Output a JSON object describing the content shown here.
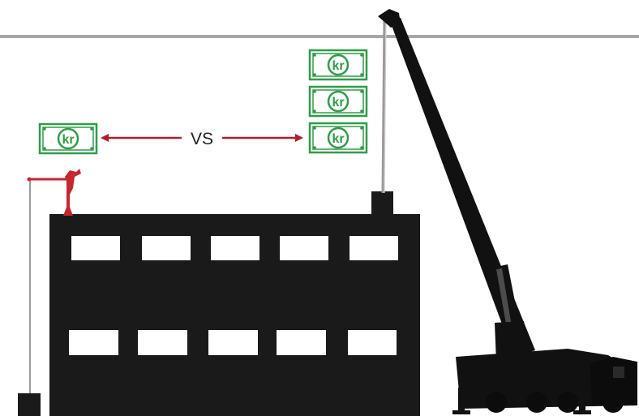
{
  "comparison": {
    "label": "VS",
    "left_bills": 1,
    "right_bills": 3
  },
  "currency": {
    "symbol": "kr",
    "color": "#2e9e46"
  },
  "colors": {
    "arrow": "#b1202a",
    "building": "#1a1a1a",
    "small_crane": "#c8262f",
    "line": "#a6a6a6",
    "window": "#ffffff"
  },
  "icons": [
    "money-bill-icon",
    "small-crane-icon",
    "mobile-crane-icon",
    "building-icon"
  ]
}
